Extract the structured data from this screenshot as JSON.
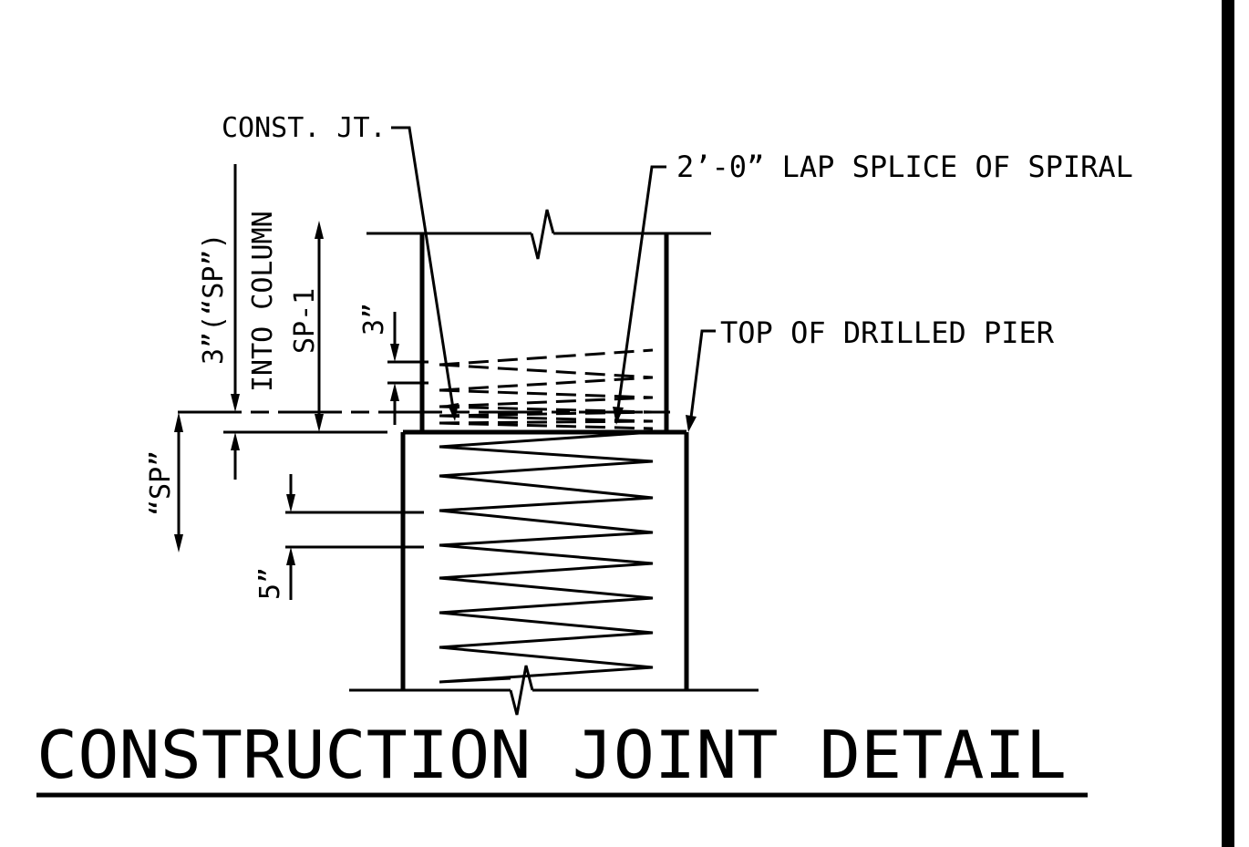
{
  "labels": {
    "const_jt": "CONST. JT.",
    "lap_splice": "2’-0” LAP SPLICE OF SPIRAL",
    "top_pier": "TOP OF DRILLED PIER",
    "into_column_a": "3”(“SP”)",
    "into_column_b": "INTO COLUMN",
    "sp1": "SP-1",
    "dim_3in": "3”",
    "dim_sp": "“SP”",
    "dim_5in": "5”"
  },
  "title": "CONSTRUCTION JOINT DETAIL",
  "colors": {
    "line": "#000000",
    "background": "#ffffff"
  }
}
